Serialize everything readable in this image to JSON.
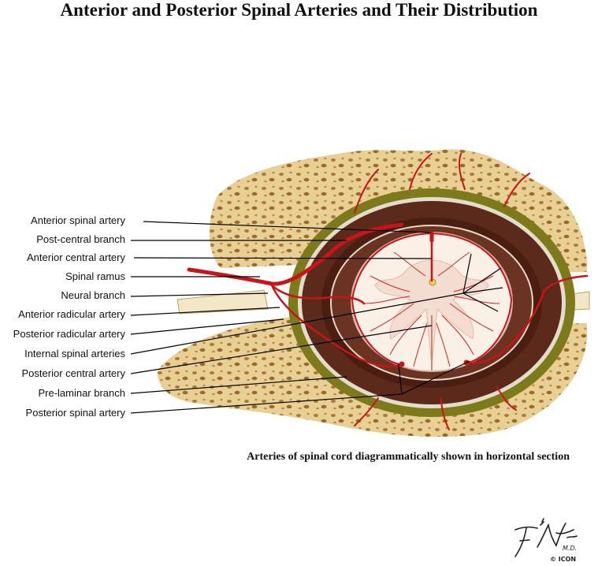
{
  "title": "Anterior and Posterior Spinal Arteries and Their Distribution",
  "labels": [
    "Anterior spinal artery",
    "Post-central branch",
    "Anterior central artery",
    "Spinal ramus",
    "Neural branch",
    "Anterior radicular artery",
    "Posterior radicular artery",
    "Internal spinal arteries",
    "Posterior central artery",
    "Pre-laminar branch",
    "Posterior spinal artery"
  ],
  "caption": "Arteries of spinal cord diagrammatically shown in horizontal section",
  "signature": "F. Netter M.D.",
  "publisher_mark": "© ICON",
  "colors": {
    "bone": "#e8cf94",
    "bone_pore": "#9a7030",
    "dura": "#5c2a1a",
    "fat": "#7d7a1c",
    "cord": "#fbf0e6",
    "artery": "#c8141a"
  }
}
